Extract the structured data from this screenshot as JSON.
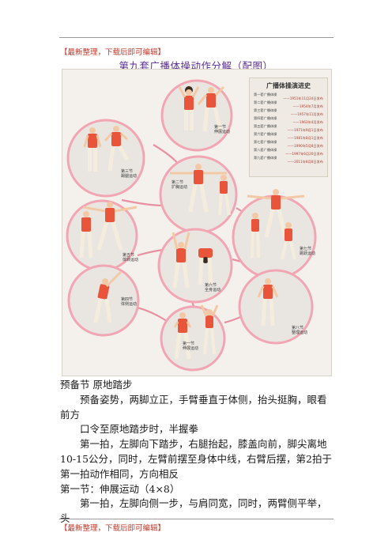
{
  "header_note": "【最新整理，下载后即可编辑】",
  "footer_note": "【最新整理，下载后即可编辑】",
  "doc_title": "第九套广播体操动作分解（配图）",
  "figure": {
    "history_title": "广播体操演进史",
    "history": [
      {
        "name": "第一套广播体操",
        "date": "——1951年11月24日发布"
      },
      {
        "name": "第二套广播体操",
        "date": "——1954年7月发布"
      },
      {
        "name": "第三套广播体操",
        "date": "——1957年11月发布"
      },
      {
        "name": "第四套广播体操",
        "date": "——1963年4月发布"
      },
      {
        "name": "第五套广播体操",
        "date": "——1971年9月1日发布"
      },
      {
        "name": "第六套广播体操",
        "date": "——1981年8月1日发布"
      },
      {
        "name": "第七套广播体操",
        "date": "——1990年5月8日发布"
      },
      {
        "name": "第八套广播体操",
        "date": "——1997年6月20日发布"
      },
      {
        "name": "第九套广播体操",
        "date": "——2011年8月8日发布"
      }
    ],
    "sections": [
      {
        "no": "第一节",
        "name": "伸展运动"
      },
      {
        "no": "第二节",
        "name": "扩胸运动"
      },
      {
        "no": "第三节",
        "name": "踢腿运动"
      },
      {
        "no": "第四节",
        "name": "体侧运动"
      },
      {
        "no": "第五节",
        "name": "体转运动"
      },
      {
        "no": "第六节",
        "name": "全身运动"
      },
      {
        "no": "第七节",
        "name": "跳跃运动"
      },
      {
        "no": "第八节",
        "name": "整理运动"
      },
      {
        "no": "第一节",
        "name": "伸展运动"
      }
    ]
  },
  "paragraphs": [
    {
      "text": "预备节  原地踏步",
      "indent": false
    },
    {
      "text": "预备姿势，两脚立正，手臂垂直于体侧，抬头挺胸，眼看前方",
      "indent": true
    },
    {
      "text": "口令至原地踏步时，半握拳",
      "indent": true
    },
    {
      "text": "第一拍，左脚向下踏步，右腿抬起，膝盖向前，脚尖离地10-15公分，同时，左臂前摆至身体中线，右臂后摆，第2拍于第一拍动作相同，方向相反",
      "indent": true
    },
    {
      "text": "第一节：伸展运动（4×8）",
      "indent": false
    },
    {
      "text": "第一拍，左脚向侧一步，与肩同宽，同时，两臂侧平举，头",
      "indent": true
    }
  ],
  "colors": {
    "shirt": "#e8553a",
    "pants": "#f4ecdc",
    "circle": "#e9e6e2",
    "ring": "#f2a5b3",
    "link": "#e7869b",
    "note": "#c0392b",
    "title": "#5a2d91"
  }
}
